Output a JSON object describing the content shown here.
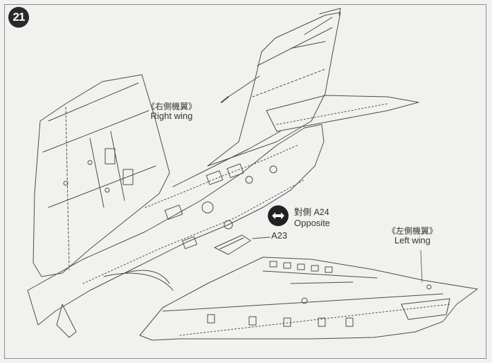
{
  "step": {
    "number": "21"
  },
  "labels": {
    "right_wing_cn": "《右側機翼》",
    "right_wing_en": "Right wing",
    "left_wing_cn": "《左側機翼》",
    "left_wing_en": "Left wing",
    "opposite_part": "對側 A24",
    "opposite_en": "Opposite",
    "part_a23": "A23"
  },
  "icons": [
    "double-arrow-icon",
    "step-number-badge"
  ],
  "colors": {
    "line": "#4a4a4a",
    "background": "#f1f1ef",
    "badge": "#2a2a2a"
  }
}
